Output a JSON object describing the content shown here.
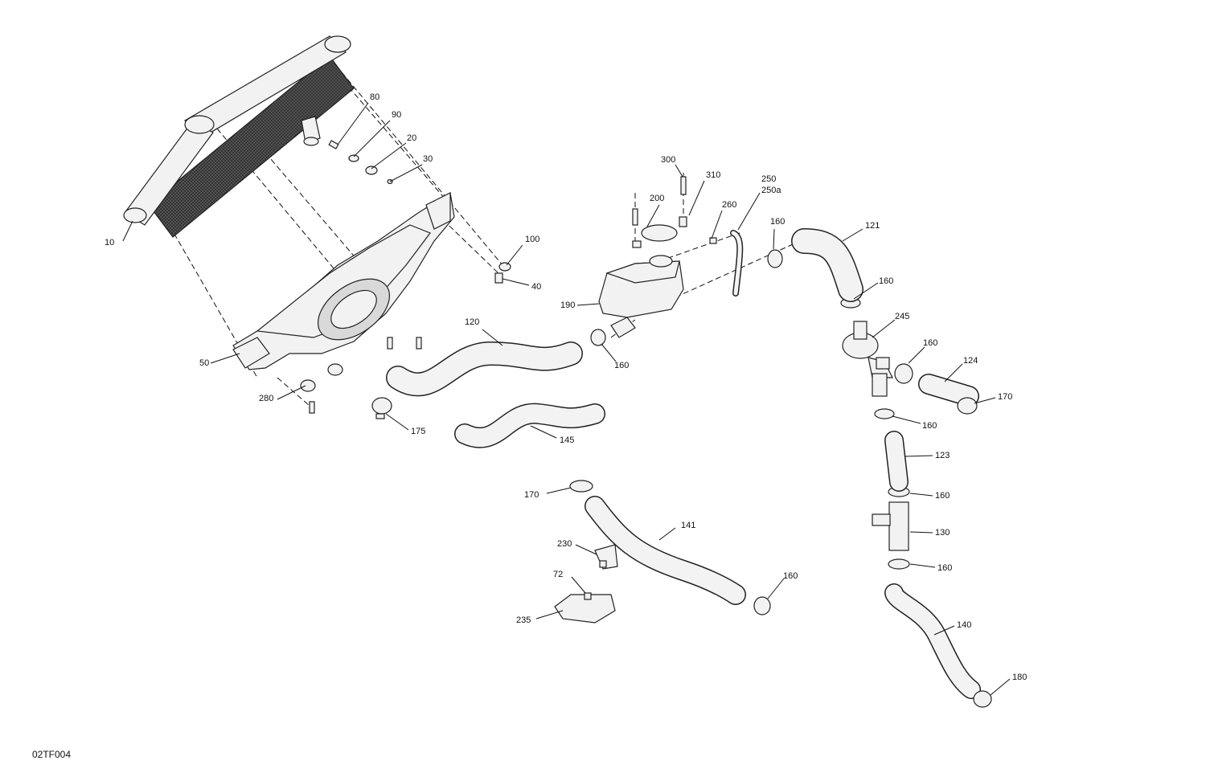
{
  "drawing_code": "02TF004",
  "callouts": [
    "10",
    "20",
    "30",
    "40",
    "50",
    "72",
    "80",
    "90",
    "100",
    "120",
    "121",
    "123",
    "124",
    "130",
    "140",
    "141",
    "145",
    "160",
    "170",
    "175",
    "180",
    "190",
    "200",
    "230",
    "235",
    "245",
    "250",
    "250a",
    "260",
    "280",
    "300",
    "310"
  ]
}
